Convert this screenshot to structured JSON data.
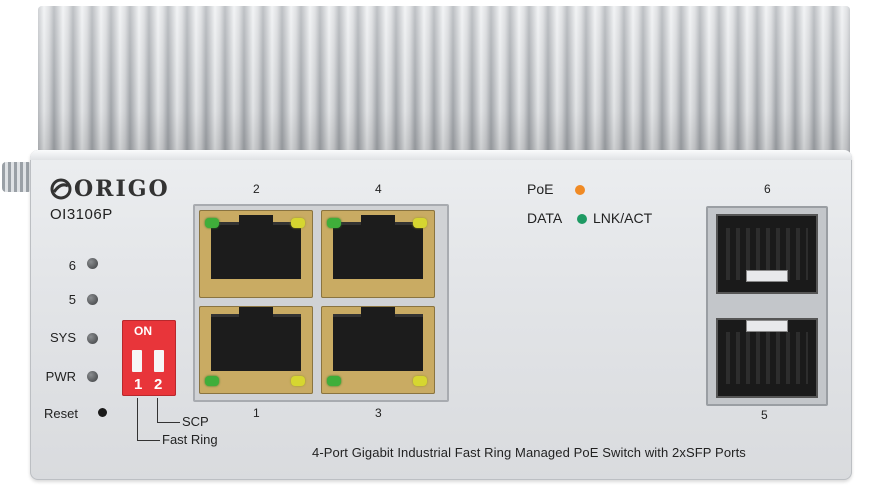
{
  "brand": {
    "name": "ORIGO",
    "model": "OI3106P"
  },
  "status_leds": [
    {
      "label": "6"
    },
    {
      "label": "5"
    },
    {
      "label": "SYS"
    },
    {
      "label": "PWR"
    }
  ],
  "reset": {
    "label": "Reset"
  },
  "dip_switch": {
    "on_label": "ON",
    "switch_1": "1",
    "switch_2": "2",
    "scp_label": "SCP",
    "fast_ring_label": "Fast Ring"
  },
  "ports": {
    "top_left": "2",
    "top_right": "4",
    "bottom_left": "1",
    "bottom_right": "3",
    "sfp_top": "6",
    "sfp_bottom": "5"
  },
  "legend": {
    "poe": "PoE",
    "data": "DATA",
    "lnk_act": "LNK/ACT",
    "poe_color": "#f08a24",
    "data_color": "#1e9a63"
  },
  "footer": "4-Port Gigabit Industrial Fast Ring Managed PoE Switch with 2xSFP Ports"
}
